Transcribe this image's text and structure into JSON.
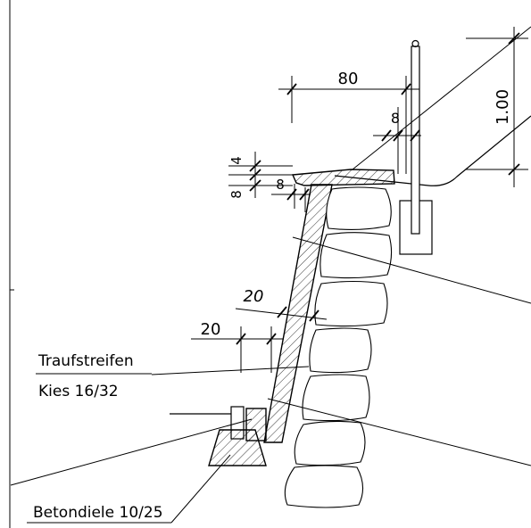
{
  "dimensions": {
    "railing_offset": "80",
    "railing_height": "1.00",
    "post_gap": "8",
    "cap_thickness_top": "4",
    "cap_thickness": "8",
    "cap_overhang": "8",
    "wall_thickness": "20",
    "footing_offset": "20"
  },
  "labels": {
    "drip_strip_line1": "Traufstreifen",
    "drip_strip_line2": "Kies 16/32",
    "concrete_plank": "Betondiele 10/25"
  }
}
